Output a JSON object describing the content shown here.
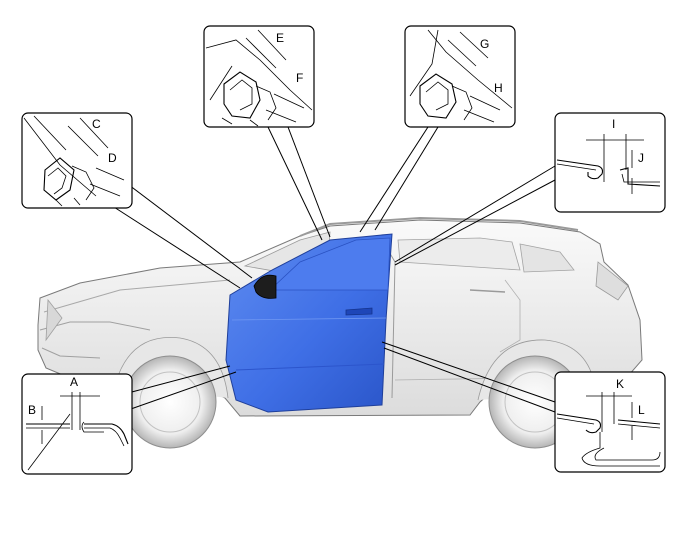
{
  "diagram": {
    "labels": {
      "A": "A",
      "B": "B",
      "C": "C",
      "D": "D",
      "E": "E",
      "F": "F",
      "G": "G",
      "H": "H",
      "I": "I",
      "J": "J",
      "K": "K",
      "L": "L"
    },
    "colors": {
      "front_door": "#3f6fe6",
      "front_door_highlight": "#7fa6f5",
      "body": "#f2f2f2",
      "body_shadow": "#c9c9c9",
      "outline": "#000000"
    }
  }
}
